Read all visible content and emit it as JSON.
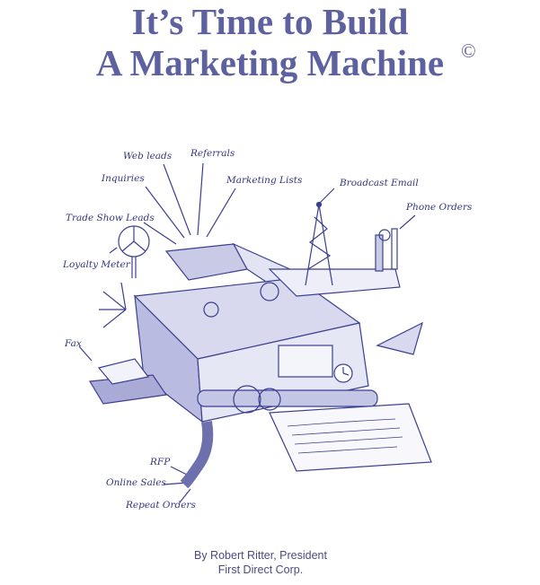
{
  "title": {
    "line1": "It’s Time to Build",
    "line2": "A Marketing Machine",
    "copyright": "©"
  },
  "illustration": {
    "labels": {
      "web_leads": "Web leads",
      "referrals": "Referrals",
      "inquiries": "Inquiries",
      "marketing_lists": "Marketing Lists",
      "trade_show_leads": "Trade Show Leads",
      "loyalty_meter": "Loyalty Meter",
      "broadcast_email": "Broadcast Email",
      "phone_orders": "Phone Orders",
      "fax": "Fax",
      "rfp": "RFP",
      "online_sales": "Online Sales",
      "repeat_orders": "Repeat Orders"
    },
    "ink_color": "#33367f"
  },
  "byline": {
    "author": "By Robert Ritter, President",
    "company": "First Direct Corp."
  }
}
